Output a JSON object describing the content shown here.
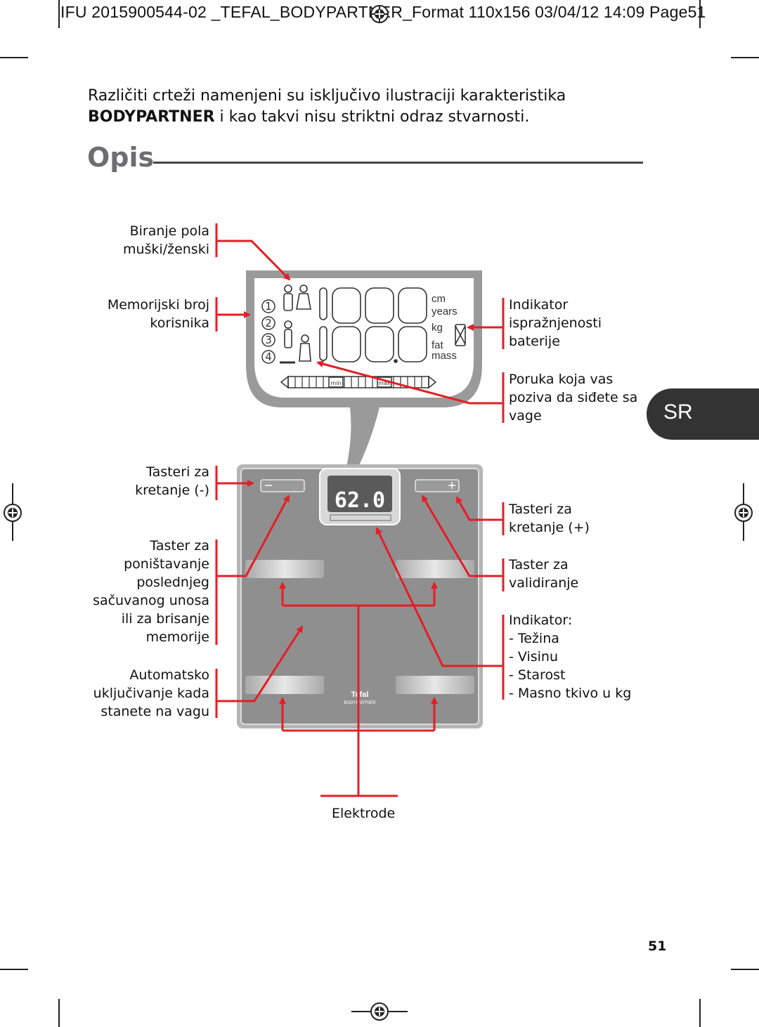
{
  "header": {
    "line": "IFU 2015900544-02 _TEFAL_BODYPARTNER_Format 110x156  03/04/12  14:09  Page51"
  },
  "intro": {
    "line1": "Različiti crteži namenjeni su isključivo ilustraciji karakteristika",
    "brand": "BODYPARTNER",
    "line2_rest": " i kao takvi nisu striktni odraz stvarnosti."
  },
  "section": {
    "title": "Opis"
  },
  "labels": {
    "gender": [
      "Biranje pola",
      "muški/ženski"
    ],
    "memory": [
      "Memorijski broj",
      "korisnika"
    ],
    "battery": [
      "Indikator",
      "ispražnjenosti",
      "baterije"
    ],
    "step_off": [
      "Poruka koja vas",
      "poziva da siđete sa",
      "vage"
    ],
    "nav_minus": [
      "Tasteri za",
      "kretanje (-)"
    ],
    "cancel": [
      "Taster za",
      "poništavanje",
      "poslednjeg",
      "sačuvanog unosa",
      "ili za  brisanje",
      "memorije"
    ],
    "auto_on": [
      "Automatsko",
      "uključivanje kada",
      "stanete na vagu"
    ],
    "nav_plus": [
      "Tasteri za",
      "kretanje (+)"
    ],
    "validate": [
      "Taster za",
      "validiranje"
    ],
    "indicator": [
      "Indikator:",
      "- Težina",
      "- Visinu",
      "- Starost",
      "- Masno tkivo u kg"
    ],
    "electrodes": "Elektrode"
  },
  "lcd": {
    "units": [
      "cm",
      "years",
      "kg",
      "fat",
      "mass"
    ],
    "user_numbers": [
      "1",
      "2",
      "3",
      "4"
    ],
    "bar_min": "min",
    "bar_max": "max"
  },
  "scale": {
    "display_value": "62.0",
    "brand": "Tefal",
    "model": "BODYPARTNER"
  },
  "language_badge": "SR",
  "page_number": "51",
  "colors": {
    "accent_red": "#e41e26",
    "lcd_frame": "#9a9a9a",
    "scale_body": "#8e8e8e",
    "badge": "#333333"
  }
}
